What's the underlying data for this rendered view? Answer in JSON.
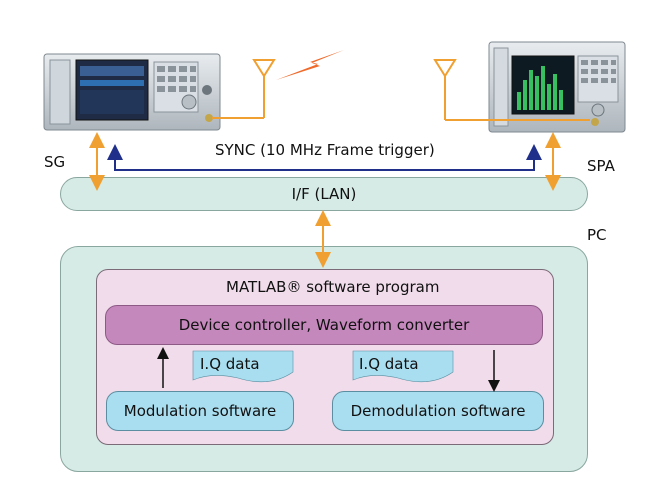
{
  "labels": {
    "sg": "SG",
    "spa": "SPA",
    "sync": "SYNC (10 MHz Frame trigger)",
    "lan": "I/F (LAN)",
    "pc": "PC",
    "matlab": "MATLAB® software program",
    "device_controller": "Device controller, Waveform converter",
    "iq_left": "I.Q data",
    "iq_right": "I.Q data",
    "modulation": "Modulation software",
    "demodulation": "Demodulation software"
  },
  "colors": {
    "rf_cable": "#f0a030",
    "sync_line": "#1f2f8a",
    "lan_box": "#d6ebe6",
    "matlab_box": "#f0dcea",
    "device_box": "#c588bd",
    "software_box": "#a9def0",
    "iq_note": "#a9def0"
  },
  "icons": [
    "signal-generator-icon",
    "spectrum-analyzer-icon",
    "antenna-icon",
    "lightning-bolt-icon"
  ]
}
